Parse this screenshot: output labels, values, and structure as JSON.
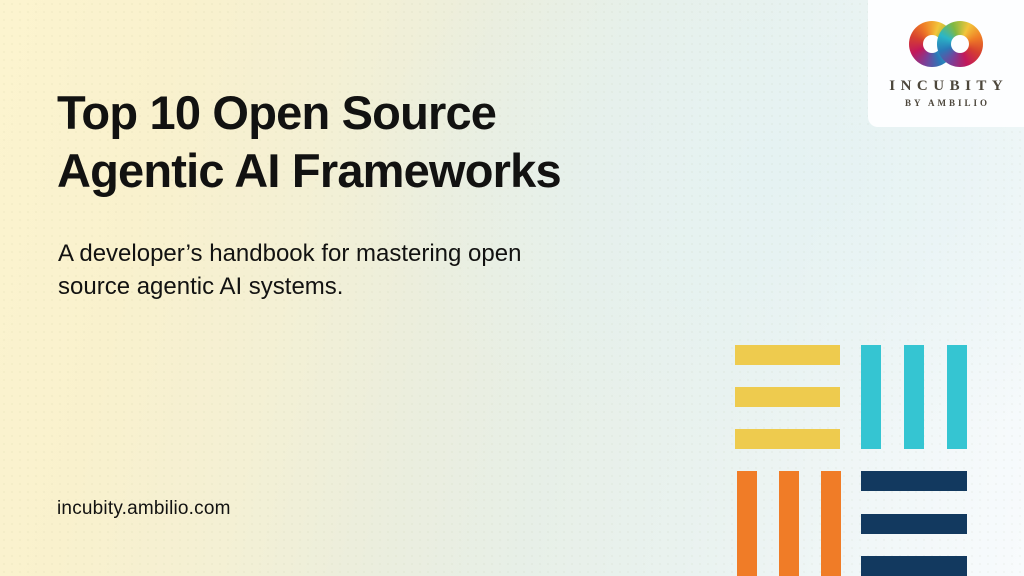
{
  "slide": {
    "title": {
      "line1": "Top 10 Open Source",
      "line2": "Agentic AI Frameworks"
    },
    "subtitle": {
      "line1": "A developer’s handbook for mastering open",
      "line2": "source agentic AI systems."
    },
    "website": "incubity.ambilio.com"
  },
  "logo": {
    "brand_name": "INCUBITY",
    "tagline": "BY AMBILIO",
    "icon": "infinity-icon",
    "icon_colors": [
      "#ef7d26",
      "#f2c53a",
      "#7fb843",
      "#2bb6c7",
      "#2a79b8",
      "#7b3f98",
      "#c2185b",
      "#d6402f"
    ]
  },
  "decoration": {
    "colors": {
      "yellow": "#eecb4e",
      "teal": "#35c5d2",
      "orange": "#f07c27",
      "navy": "#12395f"
    },
    "quadrants": [
      {
        "name": "yellow-bars",
        "orientation": "horizontal",
        "color_key": "yellow",
        "bar_count": 3
      },
      {
        "name": "teal-bars",
        "orientation": "vertical",
        "color_key": "teal",
        "bar_count": 3
      },
      {
        "name": "orange-bars",
        "orientation": "vertical",
        "color_key": "orange",
        "bar_count": 3
      },
      {
        "name": "navy-bars",
        "orientation": "horizontal",
        "color_key": "navy",
        "bar_count": 3
      }
    ]
  },
  "theme": {
    "text": "#121211",
    "logo_text": "#4d473c",
    "logo_bg": "#fdfeff"
  }
}
